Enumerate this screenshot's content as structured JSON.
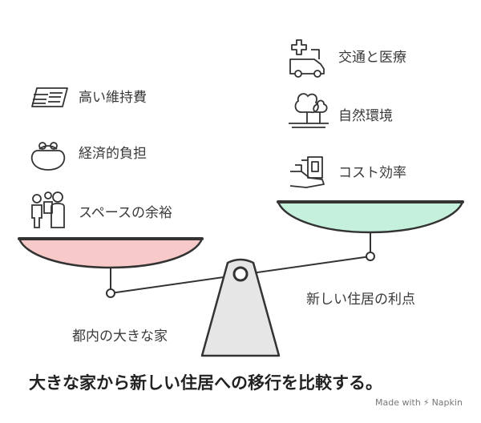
{
  "left_side": {
    "caption": "都内の大きな家",
    "items": [
      {
        "label": "高い維持費",
        "icon": "money-stack-icon"
      },
      {
        "label": "経済的負担",
        "icon": "coin-purse-icon"
      },
      {
        "label": "スペースの余裕",
        "icon": "family-people-icon"
      }
    ]
  },
  "right_side": {
    "caption": "新しい住居の利点",
    "items": [
      {
        "label": "交通と医療",
        "icon": "ambulance-icon"
      },
      {
        "label": "自然環境",
        "icon": "trees-icon"
      },
      {
        "label": "コスト効率",
        "icon": "money-hand-icon"
      }
    ]
  },
  "title": "大きな家から新しい住居への移行を比較する。",
  "credit": {
    "text": "Made with",
    "brand": "Napkin"
  },
  "colors": {
    "left_pan": "#f8c9c9",
    "right_pan": "#c4f0dc",
    "fulcrum": "#e6e6e6",
    "outline": "#333333"
  }
}
